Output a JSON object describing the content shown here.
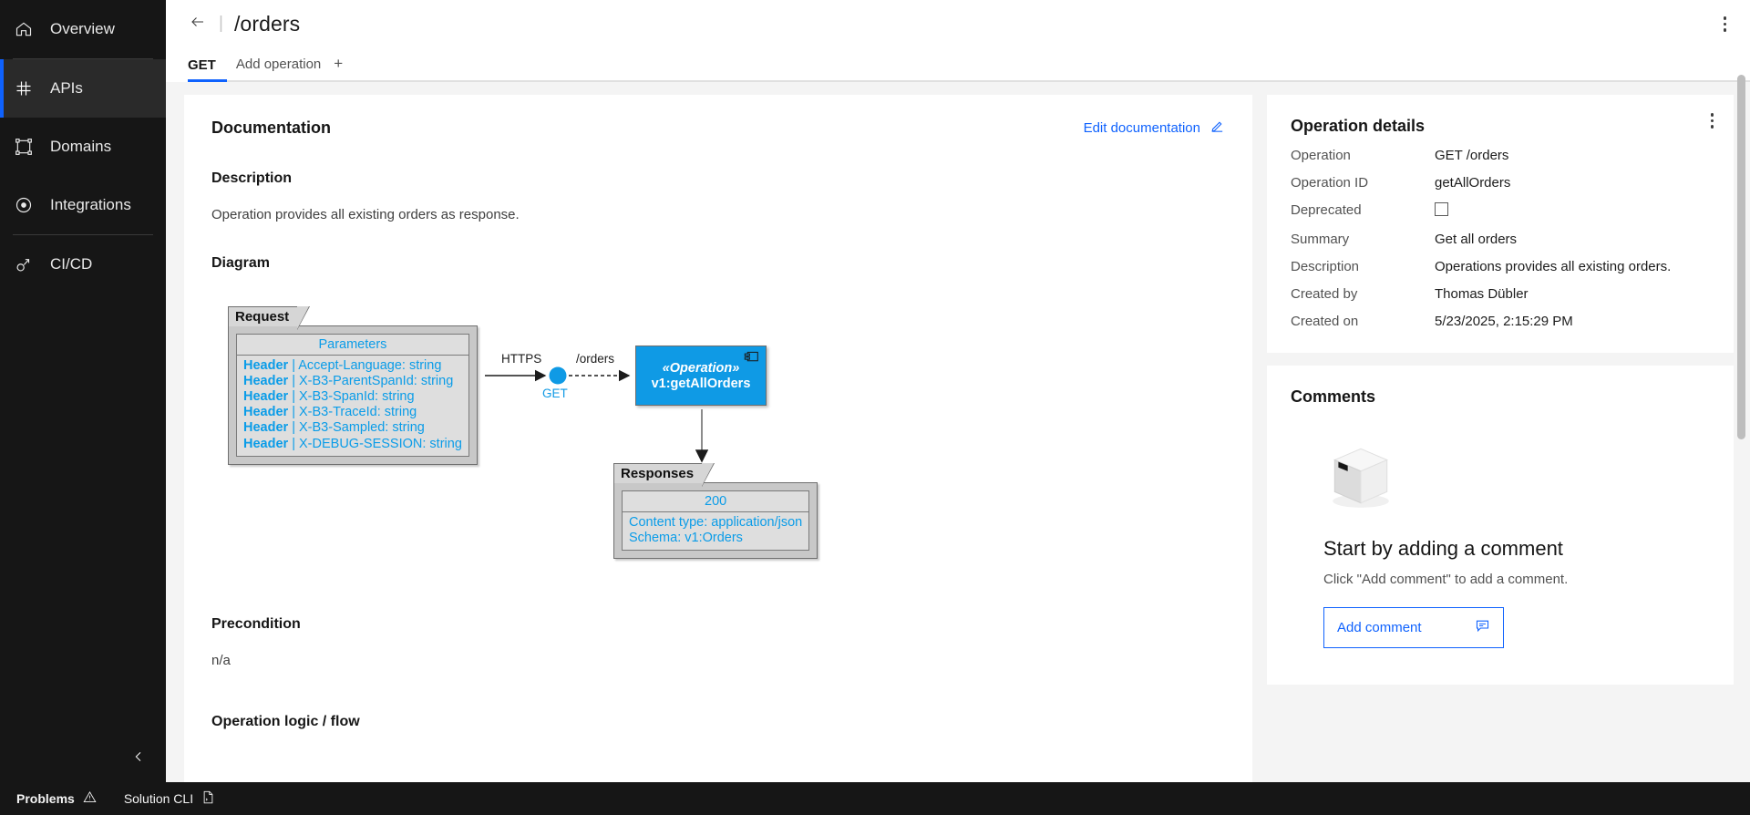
{
  "sidebar": {
    "items": [
      {
        "label": "Overview",
        "icon": "home-icon",
        "active": false
      },
      {
        "label": "APIs",
        "icon": "hash-icon",
        "active": true
      },
      {
        "label": "Domains",
        "icon": "bounding-box-icon",
        "active": false
      },
      {
        "label": "Integrations",
        "icon": "circle-dot-icon",
        "active": false
      },
      {
        "label": "CI/CD",
        "icon": "pipeline-icon",
        "active": false
      }
    ],
    "collapse_icon": "chevron-left-icon"
  },
  "header": {
    "back_icon": "arrow-left-icon",
    "separator": "|",
    "title": "/orders",
    "menu_icon": "overflow-menu-icon"
  },
  "tabs": {
    "items": [
      {
        "label": "GET",
        "active": true
      },
      {
        "label": "Add operation",
        "active": false,
        "plus": "+"
      }
    ]
  },
  "documentation": {
    "heading": "Documentation",
    "edit_label": "Edit documentation",
    "edit_icon": "pencil-icon",
    "description_heading": "Description",
    "description_text": "Operation provides all existing orders as response.",
    "diagram_heading": "Diagram",
    "precondition_heading": "Precondition",
    "precondition_text": "n/a",
    "logic_heading": "Operation logic / flow"
  },
  "diagram": {
    "request_package": {
      "tab_label": "Request",
      "table_title": "Parameters",
      "rows": [
        {
          "kind": "Header",
          "sep": "|",
          "text": "Accept-Language: string"
        },
        {
          "kind": "Header",
          "sep": "|",
          "text": "X-B3-ParentSpanId: string"
        },
        {
          "kind": "Header",
          "sep": "|",
          "text": "X-B3-SpanId: string"
        },
        {
          "kind": "Header",
          "sep": "|",
          "text": "X-B3-TraceId: string"
        },
        {
          "kind": "Header",
          "sep": "|",
          "text": "X-B3-Sampled: string"
        },
        {
          "kind": "Header",
          "sep": "|",
          "text": "X-DEBUG-SESSION: string"
        }
      ]
    },
    "edge_protocol_label": "HTTPS",
    "method_label": "GET",
    "path_label": "/orders",
    "operation_node": {
      "stereotype": "«Operation»",
      "name": "v1:getAllOrders",
      "icon": "uml-component-icon",
      "color": "#0f9ae5"
    },
    "responses_package": {
      "tab_label": "Responses",
      "table_title": "200",
      "rows": [
        "Content type: application/json",
        "Schema: v1:Orders"
      ]
    }
  },
  "operation_details": {
    "heading": "Operation details",
    "menu_icon": "overflow-menu-icon",
    "fields": [
      {
        "key": "Operation",
        "value": "GET /orders",
        "type": "text"
      },
      {
        "key": "Operation ID",
        "value": "getAllOrders",
        "type": "text"
      },
      {
        "key": "Deprecated",
        "value": "",
        "type": "checkbox",
        "checked": false
      },
      {
        "key": "Summary",
        "value": "Get all orders",
        "type": "text"
      },
      {
        "key": "Description",
        "value": "Operations provides all existing orders.",
        "type": "text"
      },
      {
        "key": "Created by",
        "value": "Thomas Dübler",
        "type": "text"
      },
      {
        "key": "Created on",
        "value": "5/23/2025, 2:15:29 PM",
        "type": "text"
      }
    ]
  },
  "comments": {
    "heading": "Comments",
    "empty_icon": "empty-box-icon",
    "empty_title": "Start by adding a comment",
    "empty_subtitle": "Click \"Add comment\" to add a comment.",
    "add_button_label": "Add comment",
    "add_button_icon": "comment-icon"
  },
  "statusbar": {
    "items": [
      {
        "label": "Problems",
        "icon": "warning-icon",
        "bold": true
      },
      {
        "label": "Solution CLI",
        "icon": "terminal-doc-icon",
        "bold": false
      }
    ]
  },
  "colors": {
    "accent_blue": "#0f62fe",
    "diagram_blue": "#0f9ae5",
    "sidebar_bg": "#161616",
    "canvas_bg": "#f4f4f4"
  }
}
